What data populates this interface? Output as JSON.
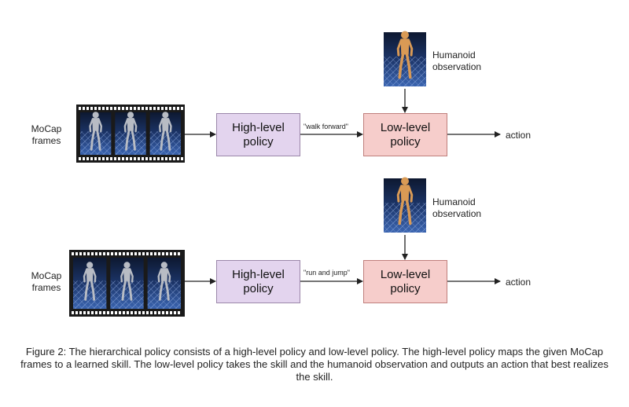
{
  "rows": [
    {
      "mocap_label": "MoCap\nframes",
      "high_level_label": "High-level\npolicy",
      "skill_label": "\"walk forward\"",
      "low_level_label": "Low-level\npolicy",
      "observation_label": "Humanoid\nobservation",
      "action_label": "action"
    },
    {
      "mocap_label": "MoCap\nframes",
      "high_level_label": "High-level\npolicy",
      "skill_label": "\"run and jump\"",
      "low_level_label": "Low-level\npolicy",
      "observation_label": "Humanoid\nobservation",
      "action_label": "action"
    }
  ],
  "caption": "Figure 2: The hierarchical policy consists of a high-level policy and low-level policy. The high-level policy maps the given MoCap frames to a learned skill. The low-level policy takes the skill and the humanoid observation and outputs an action that best realizes the skill.",
  "colors": {
    "high_level_fill": "#e3d4ee",
    "low_level_fill": "#f6cdcb",
    "arrow": "#222222",
    "film": "#1a1a1a",
    "floor": "#2a4c8c"
  },
  "icons": [
    "film-strip-icon",
    "humanoid-figure-icon",
    "arrow-icon"
  ]
}
